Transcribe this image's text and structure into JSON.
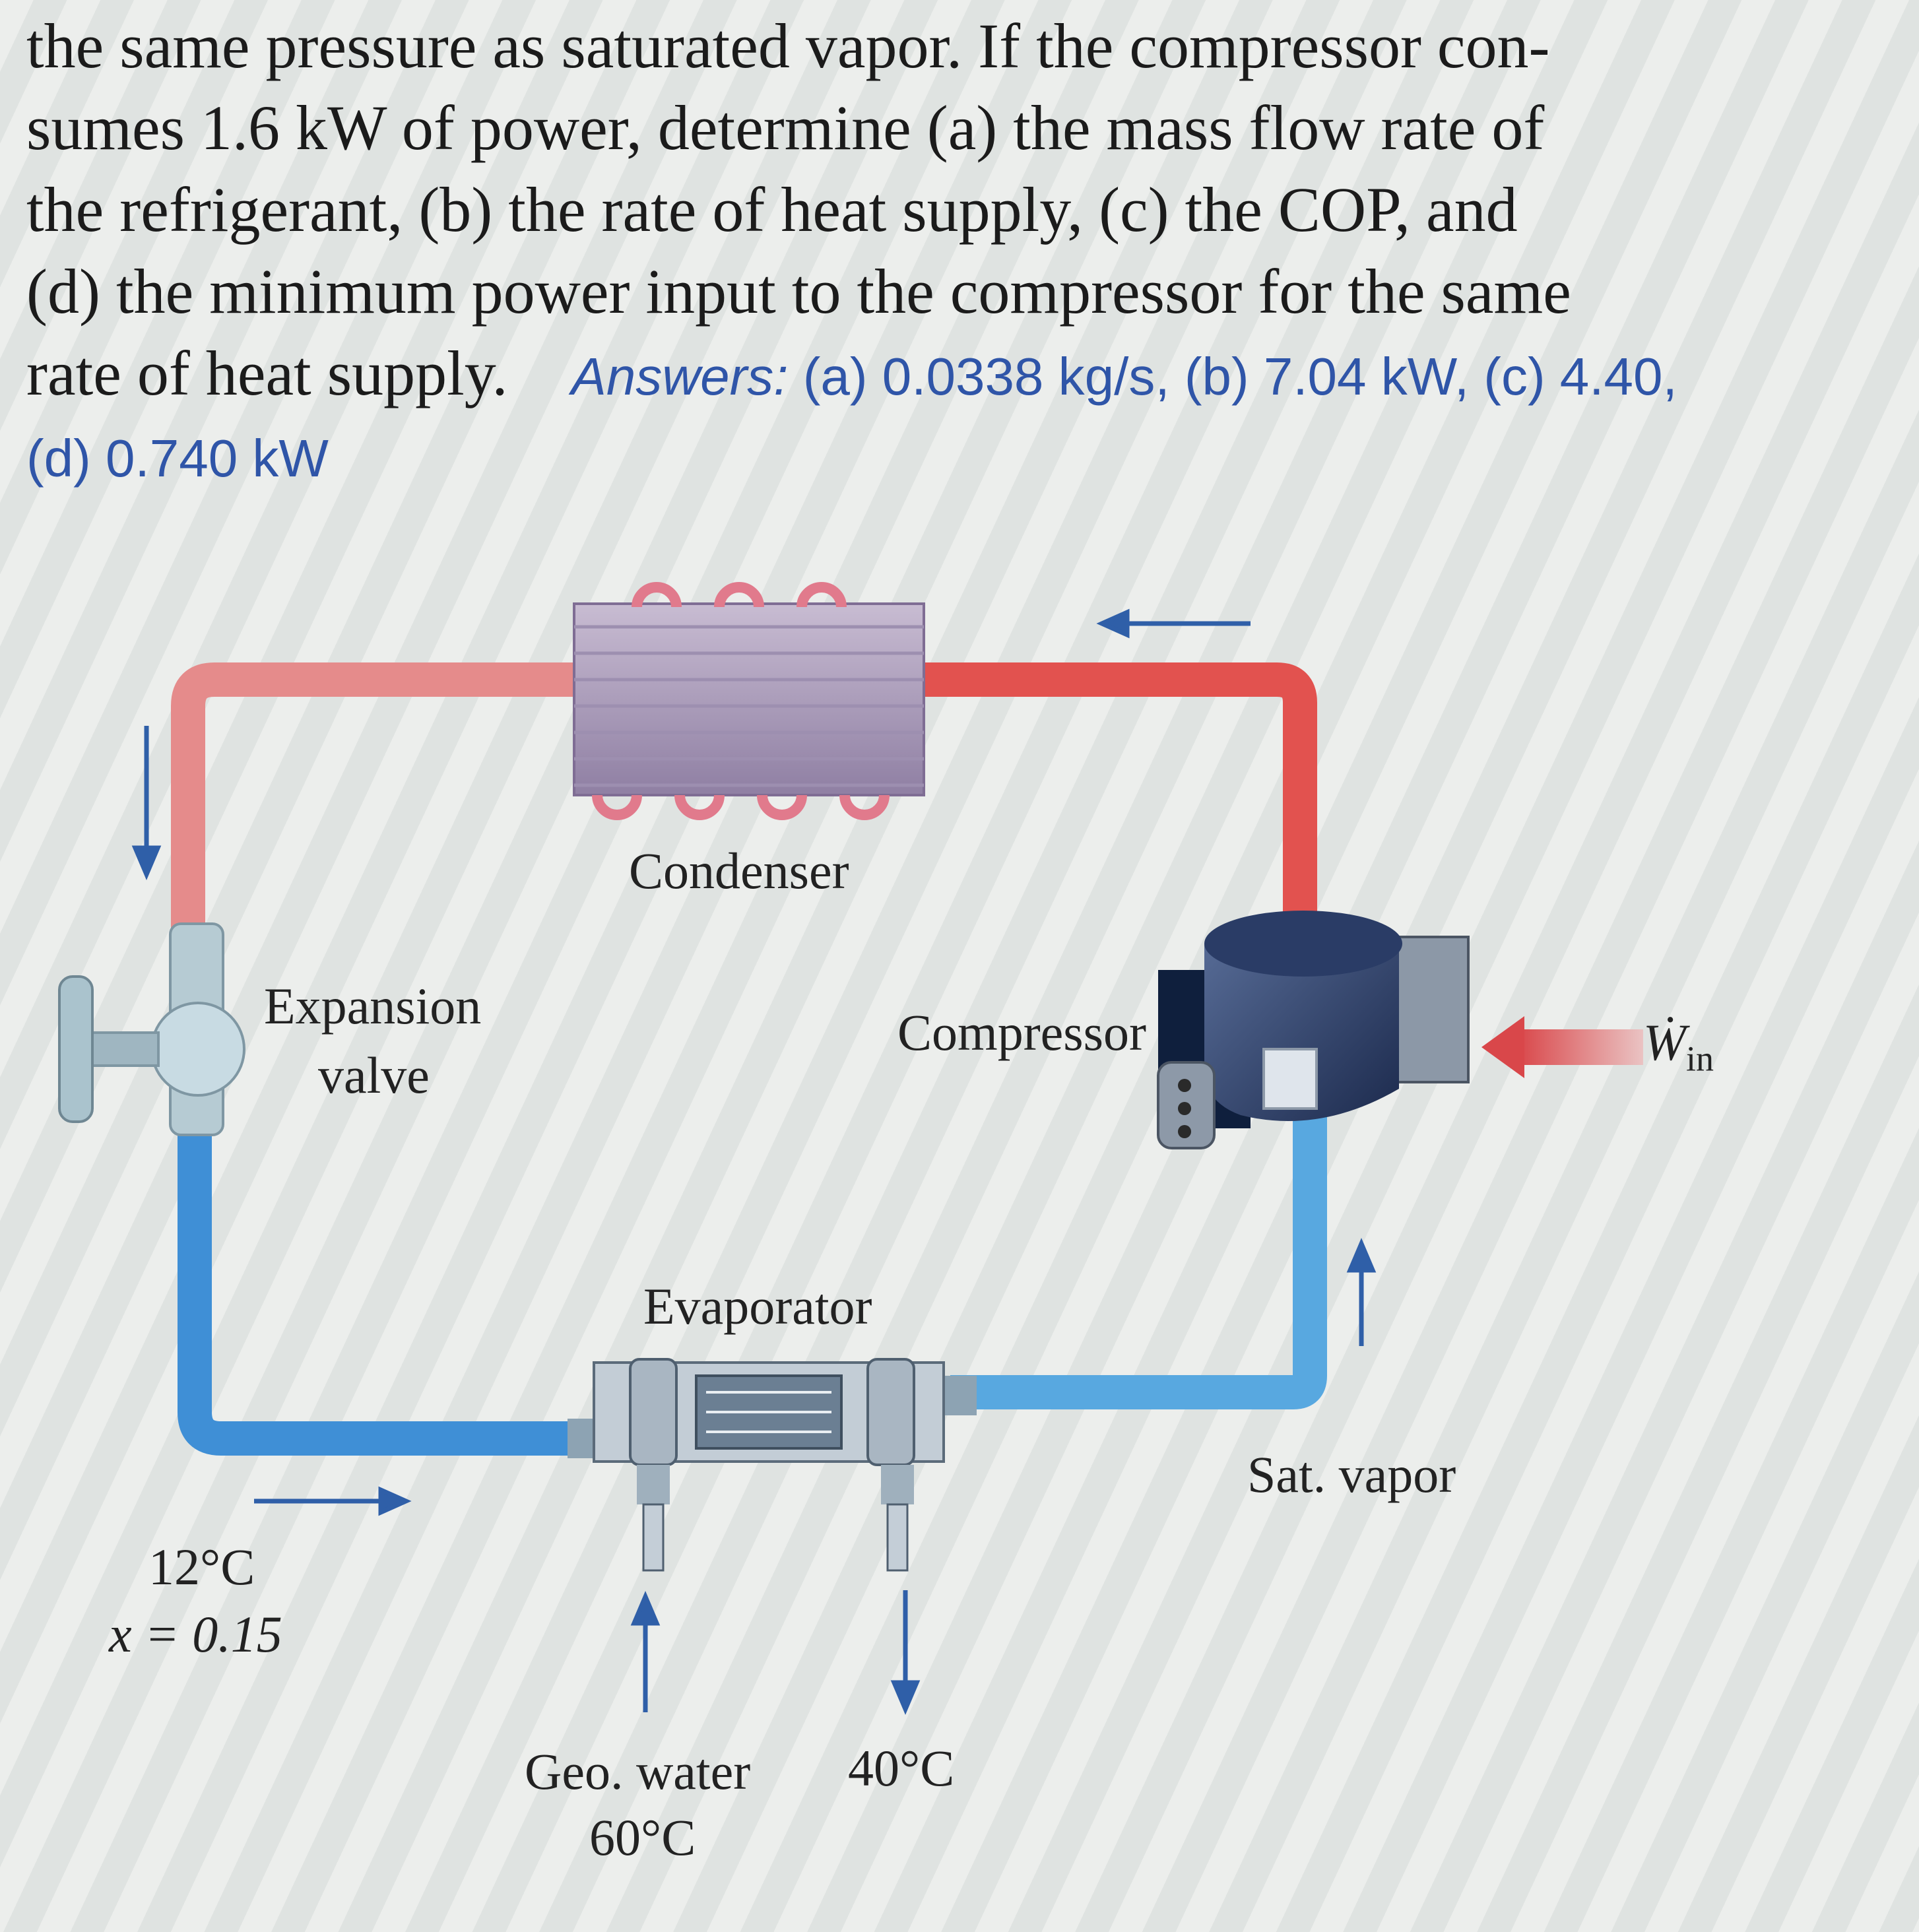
{
  "problem": {
    "line1": "the same pressure as saturated vapor. If the compressor con-",
    "line2": "sumes 1.6 kW of power, determine (a) the mass flow rate of",
    "line3": "the refrigerant, (b) the rate of heat supply, (c) the COP, and",
    "line4": "(d) the minimum power input to the compressor for the same",
    "line5_text": "rate of heat supply.",
    "answers_label": "Answers:",
    "answers_line1": "(a) 0.0338 kg/s, (b) 7.04 kW, (c) 4.40,",
    "answers_line2": "(d) 0.740 kW"
  },
  "diagram": {
    "condenser": "Condenser",
    "compressor": "Compressor",
    "expansion_valve_line1": "Expansion",
    "expansion_valve_line2": "valve",
    "evaporator": "Evaporator",
    "sat_vapor": "Sat. vapor",
    "inlet_temp": "12°C",
    "inlet_quality": "x = 0.15",
    "geo_water": "Geo. water",
    "geo_in_temp": "60°C",
    "geo_out_temp": "40°C",
    "work_symbol": "Ẇ",
    "work_subscript": "in",
    "colors": {
      "hot_pipe": "#e2524f",
      "cold_pipe": "#3f8fd6",
      "arrow": "#2f5fa8"
    }
  }
}
